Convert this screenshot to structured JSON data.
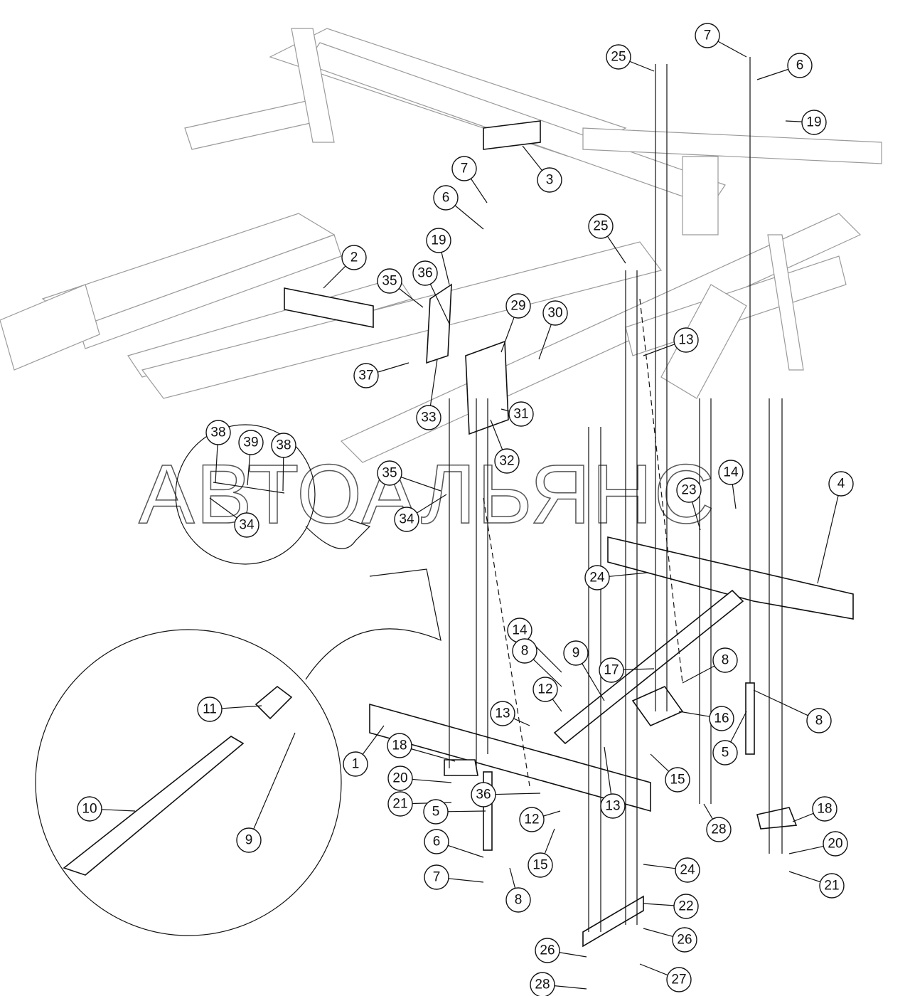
{
  "watermark": "АВТОАЛЬЯНС",
  "callouts": [
    "7",
    "25",
    "6",
    "19",
    "3",
    "7",
    "6",
    "19",
    "2",
    "25",
    "35",
    "36",
    "29",
    "30",
    "13",
    "37",
    "33",
    "31",
    "32",
    "38",
    "39",
    "38",
    "35",
    "34",
    "34",
    "14",
    "23",
    "4",
    "24",
    "14",
    "8",
    "9",
    "17",
    "8",
    "13",
    "12",
    "16",
    "8",
    "18",
    "1",
    "15",
    "5",
    "20",
    "36",
    "13",
    "21",
    "5",
    "12",
    "28",
    "18",
    "6",
    "15",
    "20",
    "7",
    "8",
    "24",
    "21",
    "22",
    "11",
    "10",
    "9",
    "26",
    "26",
    "28",
    "27"
  ]
}
